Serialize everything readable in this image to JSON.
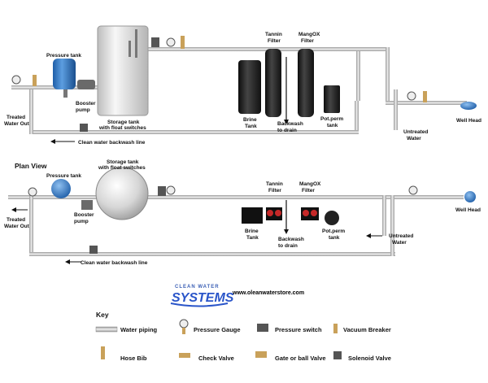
{
  "top": {
    "labels": {
      "pressure_tank": "Pressure tank",
      "booster_pump": [
        "Booster",
        "pump"
      ],
      "storage_tank": [
        "Storage tank",
        "with float switches"
      ],
      "tannin_filter": [
        "Tannin",
        "Filter"
      ],
      "mangox_filter": [
        "MangOX",
        "Filter"
      ],
      "brine_tank": [
        "Brine",
        "Tank"
      ],
      "backwash": [
        "Backwash",
        "to drain"
      ],
      "pot_perm": [
        "Pot.perm",
        "tank"
      ],
      "treated_out": [
        "Treated",
        "Water Out"
      ],
      "untreated": [
        "Untreated",
        "Water"
      ],
      "well_head": "Well Head",
      "backwash_line": "Clean water backwash line"
    }
  },
  "plan": {
    "title": "Plan View",
    "labels": {
      "pressure_tank": "Pressure tank",
      "booster_pump": [
        "Booster",
        "pump"
      ],
      "storage_tank": [
        "Storage tank",
        "with float switches"
      ],
      "tannin_filter": [
        "Tannin",
        "Filter"
      ],
      "mangox_filter": [
        "MangOX",
        "Filter"
      ],
      "brine_tank": [
        "Brine",
        "Tank"
      ],
      "backwash": [
        "Backwash",
        "to drain"
      ],
      "pot_perm": [
        "Pot.perm",
        "tank"
      ],
      "treated_out": [
        "Treated",
        "Water Out"
      ],
      "untreated": [
        "Untreated",
        "Water"
      ],
      "well_head": "Well Head",
      "backwash_line": "Clean water backwash line"
    }
  },
  "logo": {
    "top": "CLEAN WATER",
    "main": "SYSTEMS",
    "url": "www.oleanwaterstore.com"
  },
  "key": {
    "title": "Key",
    "items": {
      "water_piping": "Water piping",
      "pressure_gauge": "Pressure Gauge",
      "pressure_switch": "Pressure switch",
      "vacuum_breaker": "Vacuum Breaker",
      "hose_bib": "Hose Bib",
      "check_valve": "Check Valve",
      "gate_valve": "Gate or ball Valve",
      "solenoid_valve": "Solenoid Valve"
    }
  },
  "colors": {
    "pipe": "#c8c8c8",
    "pipe_edge": "#8a8a8a",
    "brass": "#c9a15a",
    "blue_tank": "#2f6fb5",
    "black_tank": "#1e1e1e"
  }
}
